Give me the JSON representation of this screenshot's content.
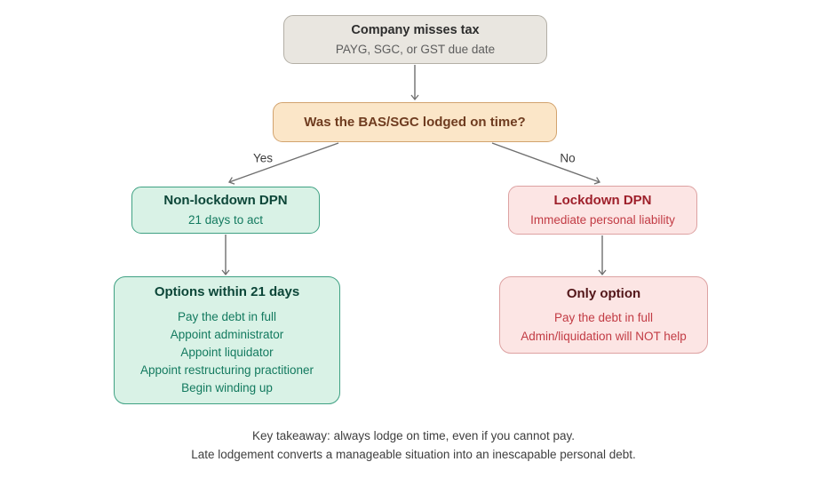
{
  "diagram": {
    "type": "flowchart",
    "nodes": {
      "start": {
        "title": "Company misses tax",
        "subtitle": "PAYG, SGC, or GST due date"
      },
      "question": {
        "title": "Was the BAS/SGC lodged on time?"
      },
      "non_lockdown": {
        "title": "Non-lockdown DPN",
        "subtitle": "21 days to act"
      },
      "lockdown": {
        "title": "Lockdown DPN",
        "subtitle": "Immediate personal liability"
      },
      "options": {
        "title": "Options within 21 days",
        "items": [
          "Pay the debt in full",
          "Appoint administrator",
          "Appoint liquidator",
          "Appoint restructuring practitioner",
          "Begin winding up"
        ]
      },
      "only_option": {
        "title": "Only option",
        "items": [
          "Pay the debt in full",
          "Admin/liquidation will NOT help"
        ]
      }
    },
    "edges": {
      "yes_label": "Yes",
      "no_label": "No"
    },
    "footer": {
      "line1": "Key takeaway: always lodge on time, even if you cannot pay.",
      "line2": "Late lodgement converts a manageable situation into an inescapable personal debt."
    },
    "colors": {
      "start_fill": "#e9e6e0",
      "start_border": "#b3afa6",
      "question_fill": "#fbe6c8",
      "question_border": "#d2a36e",
      "question_text": "#6f3c20",
      "green_fill": "#d9f2e6",
      "green_border": "#3fa183",
      "green_title": "#0c4638",
      "green_text": "#137a5f",
      "red_fill": "#fce5e4",
      "red_border": "#dda2a2",
      "red_title": "#9e202b",
      "red_text": "#c23b44",
      "arrow": "#6f6f6f",
      "footer_text": "#3e3e3e"
    }
  }
}
